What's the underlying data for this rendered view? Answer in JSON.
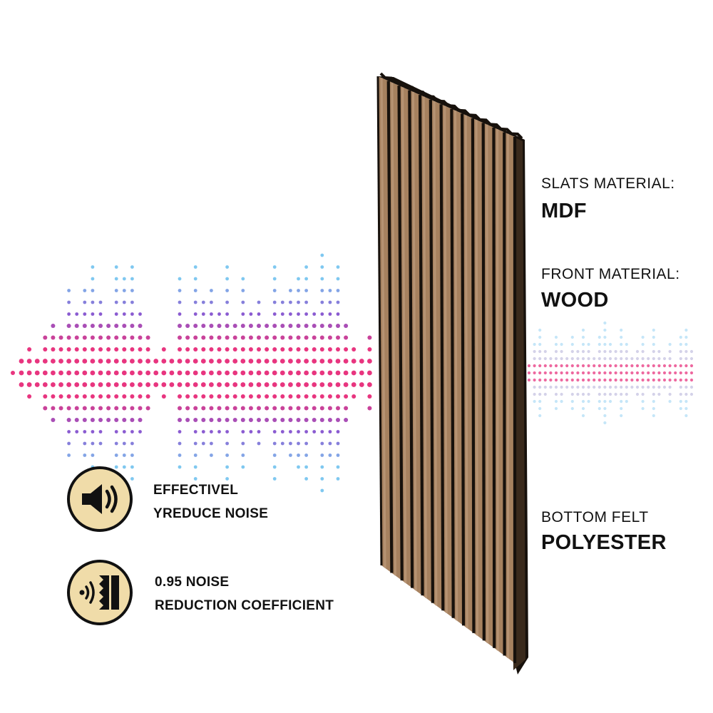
{
  "colors": {
    "background": "#ffffff",
    "wave_pink": "#e8357f",
    "wave_purple": "#8a5bd1",
    "wave_blue": "#7fc8f0",
    "badge_fill": "#f0dca9",
    "badge_border": "#111111",
    "slat_wood": "#a6815f",
    "slat_groove": "#17110c",
    "panel_edge": "#3a2a1c"
  },
  "specs": [
    {
      "label": "SLATS MATERIAL:",
      "value": "MDF"
    },
    {
      "label": "FRONT MATERIAL:",
      "value": "WOOD"
    },
    {
      "label": "BOTTOM FELT",
      "value": "POLYESTER"
    }
  ],
  "features": [
    {
      "icon": "speaker-sound-icon",
      "lines": [
        "EFFECTIVEL",
        "YREDUCE NOISE"
      ]
    },
    {
      "icon": "sound-absorption-icon",
      "lines": [
        "0.95 NOISE",
        "REDUCTION COEFFICIENT"
      ]
    }
  ]
}
